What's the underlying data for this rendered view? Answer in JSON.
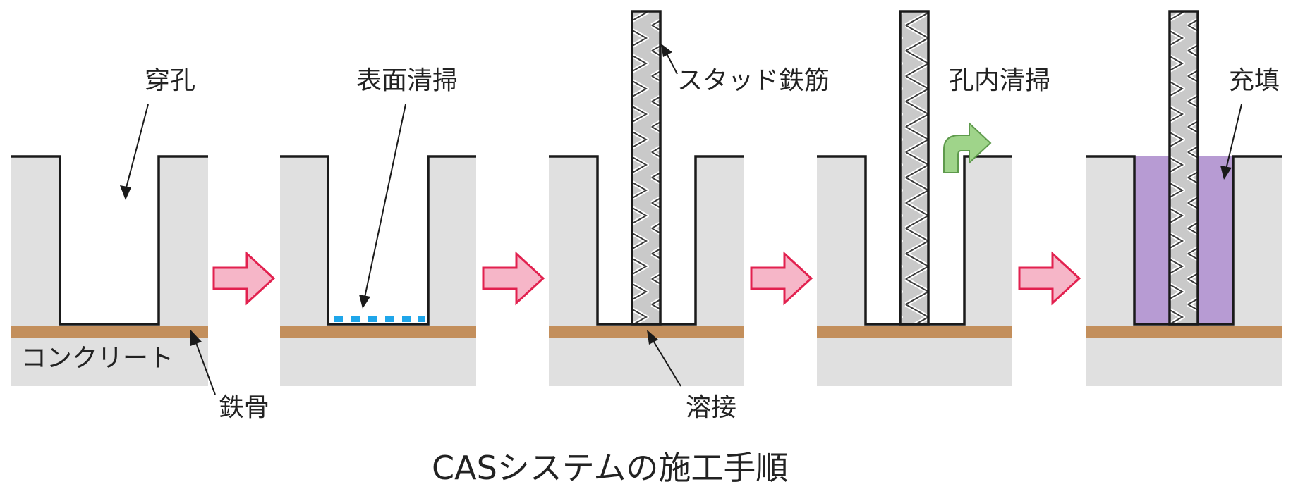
{
  "steps": [
    {
      "label": "穿孔",
      "annotation": ""
    },
    {
      "label": "表面清掃",
      "annotation": ""
    },
    {
      "label": "スタッド鉄筋",
      "annotation": "溶接"
    },
    {
      "label": "孔内清掃",
      "annotation": ""
    },
    {
      "label": "充填",
      "annotation": ""
    }
  ],
  "layers": {
    "concrete": "コンクリート",
    "steel": "鉄骨"
  },
  "caption": "CASシステムの施工手順",
  "colors": {
    "concrete": "#e0e0e0",
    "steel_layer": "#c38f5c",
    "outline": "#1a1a1a",
    "step_arrow_fill": "#f6b6c8",
    "step_arrow_stroke": "#e2214f",
    "cleaning_dots": "#1fa6ea",
    "return_arrow": "#9fd48a",
    "fill_material": "#b79bd3"
  }
}
